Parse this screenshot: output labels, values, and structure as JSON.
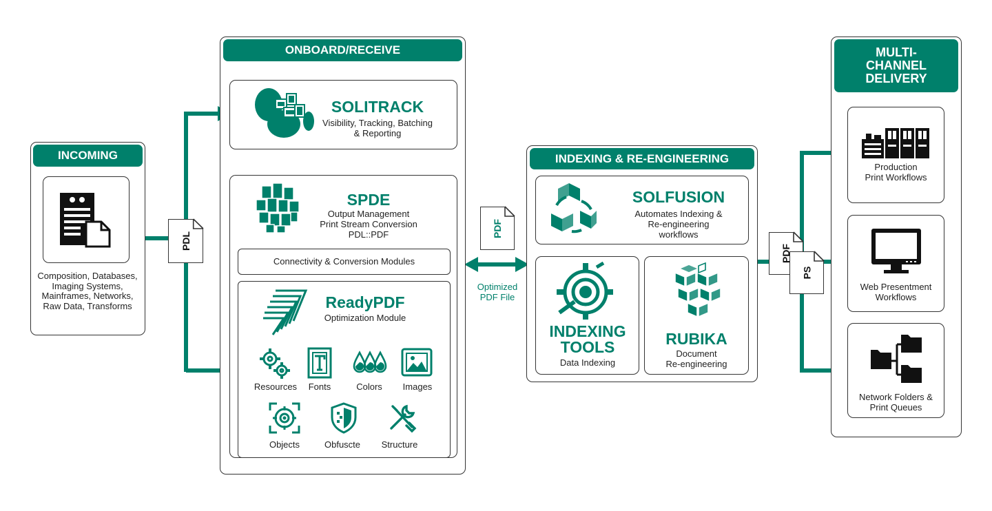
{
  "incoming": {
    "header": "INCOMING",
    "sources": "Composition, Databases, Imaging Systems, Mainframes, Networks, Raw Data, Transforms"
  },
  "pdl_doc": "PDL",
  "onboard": {
    "header": "ONBOARD/RECEIVE",
    "solitrack": {
      "title": "SOLITRACK",
      "desc": "Visibility, Tracking, Batching & Reporting"
    },
    "spde": {
      "title": "SPDE",
      "line1": "Output Management",
      "line2": "Print Stream Conversion",
      "line3": "PDL::PDF"
    },
    "connectivity": "Connectivity & Conversion Modules",
    "readypdf": {
      "title": "ReadyPDF",
      "desc": "Optimization Module",
      "modules": [
        "Resources",
        "Fonts",
        "Colors",
        "Images",
        "Objects",
        "Obfuscte",
        "Structure"
      ]
    }
  },
  "middle": {
    "pdf_doc": "PDF",
    "caption_line1": "Optimized",
    "caption_line2": "PDF File"
  },
  "indexing": {
    "header": "INDEXING & RE-ENGINEERING",
    "solfusion": {
      "title": "SOLFUSION",
      "line1": "Automates Indexing &",
      "line2": "Re-engineering",
      "line3": "workflows"
    },
    "tools": {
      "title_line1": "INDEXING",
      "title_line2": "TOOLS",
      "desc": "Data Indexing"
    },
    "rubika": {
      "title": "RUBIKA",
      "line1": "Document",
      "line2": "Re-engineering"
    }
  },
  "output_docs": {
    "pdf": "PDF",
    "ps": "PS"
  },
  "delivery": {
    "header_line1": "MULTI-",
    "header_line2": "CHANNEL",
    "header_line3": "DELIVERY",
    "production": {
      "line1": "Production",
      "line2": "Print Workflows"
    },
    "web": {
      "line1": "Web Presentment",
      "line2": "Workflows"
    },
    "network": {
      "line1": "Network Folders &",
      "line2": "Print Queues"
    }
  },
  "colors": {
    "accent": "#00806b",
    "border": "#333333",
    "icon": "#111111"
  },
  "icons": [
    "server-document-icon",
    "solitrack-cube-icon",
    "spde-cubes-icon",
    "readypdf-stripes-icon",
    "gears-icon",
    "font-icon",
    "color-drops-icon",
    "image-icon",
    "target-icon",
    "shield-icon",
    "tools-icon",
    "solfusion-icon",
    "indexing-tools-icon",
    "rubika-cube-icon",
    "printer-icon",
    "monitor-icon",
    "folder-tree-icon"
  ]
}
